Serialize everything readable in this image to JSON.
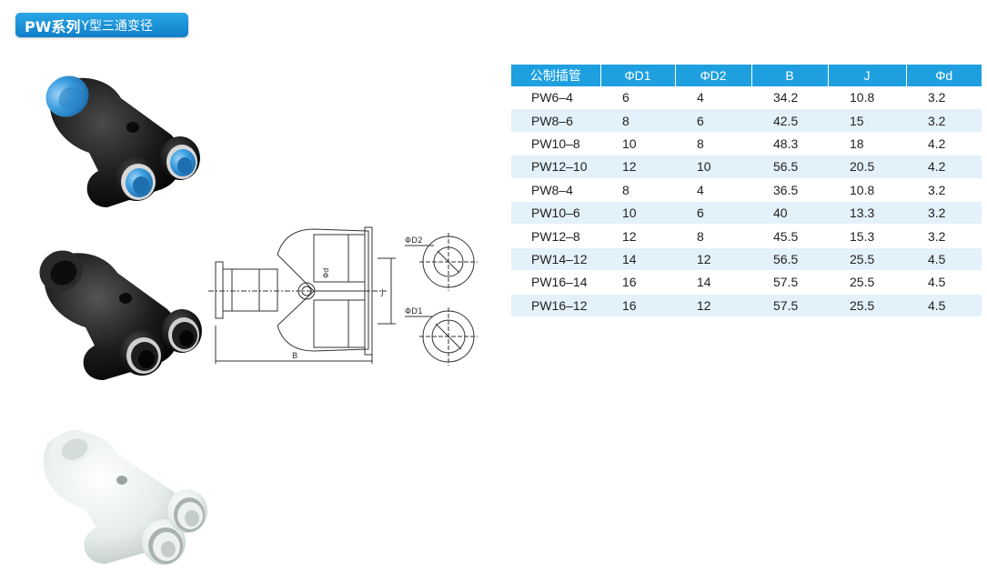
{
  "header": {
    "series": "PW系列",
    "subtitle": "Y型三通变径"
  },
  "drawing": {
    "label_b": "B",
    "label_j": "J",
    "label_phid": "Φd",
    "label_d2": "ΦD2",
    "label_d1": "ΦD1"
  },
  "table": {
    "headers": [
      "公制插管",
      "ΦD1",
      "ΦD2",
      "B",
      "J",
      "Φd"
    ],
    "rows": [
      [
        "PW6–4",
        "6",
        "4",
        "34.2",
        "10.8",
        "3.2"
      ],
      [
        "PW8–6",
        "8",
        "6",
        "42.5",
        "15",
        "3.2"
      ],
      [
        "PW10–8",
        "10",
        "8",
        "48.3",
        "18",
        "4.2"
      ],
      [
        "PW12–10",
        "12",
        "10",
        "56.5",
        "20.5",
        "4.2"
      ],
      [
        "PW8–4",
        "8",
        "4",
        "36.5",
        "10.8",
        "3.2"
      ],
      [
        "PW10–6",
        "10",
        "6",
        "40",
        "13.3",
        "3.2"
      ],
      [
        "PW12–8",
        "12",
        "8",
        "45.5",
        "15.3",
        "3.2"
      ],
      [
        "PW14–12",
        "14",
        "12",
        "56.5",
        "25.5",
        "4.5"
      ],
      [
        "PW16–14",
        "16",
        "14",
        "57.5",
        "25.5",
        "4.5"
      ],
      [
        "PW16–12",
        "16",
        "12",
        "57.5",
        "25.5",
        "4.5"
      ]
    ]
  },
  "colors": {
    "header_bg": "#1ea0e0",
    "alt_row_bg": "#e3f1fa",
    "badge_blue": "#1a8fd6",
    "fitting_blue": "#3b9ee0",
    "fitting_black": "#1a1a1a",
    "fitting_white": "#e8eeee"
  }
}
